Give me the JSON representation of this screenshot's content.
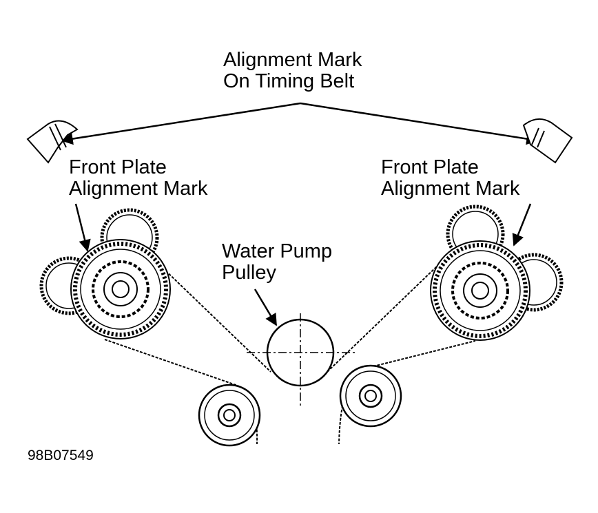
{
  "labels": {
    "belt_mark": {
      "line1": "Alignment Mark",
      "line2": "On Timing Belt"
    },
    "plate_mark_left": {
      "line1": "Front Plate",
      "line2": "Alignment Mark"
    },
    "plate_mark_right": {
      "line1": "Front Plate",
      "line2": "Alignment Mark"
    },
    "water_pump": {
      "line1": "Water Pump",
      "line2": "Pulley"
    }
  },
  "figure_code": "98B07549",
  "colors": {
    "ink": "#000000",
    "paper": "#ffffff"
  }
}
